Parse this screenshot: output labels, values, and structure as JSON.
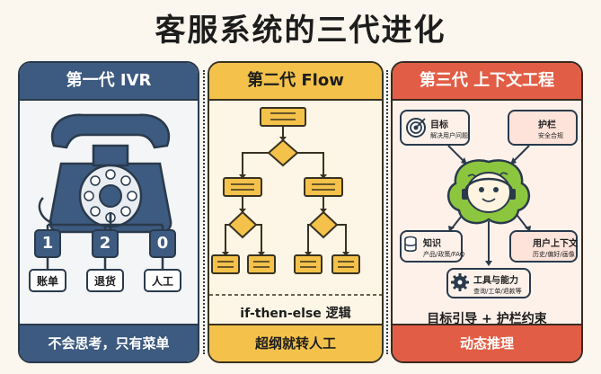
{
  "title": "客服系统的三代进化",
  "gen1": {
    "header": "第一代 IVR",
    "keys": [
      "1",
      "2",
      "0"
    ],
    "options": [
      "账单",
      "退货",
      "人工"
    ],
    "footer": "不会思考，只有菜单"
  },
  "gen2": {
    "header": "第二代 Flow",
    "logic": "if-then-else 逻辑",
    "footer": "超纲就转人工"
  },
  "gen3": {
    "header": "第三代 上下文工程",
    "goal": {
      "title": "目标",
      "sub": "解决用户问题"
    },
    "guard": {
      "title": "护栏",
      "sub": "安全合规"
    },
    "knowledge": {
      "title": "知识",
      "sub": "产品/政策/FAQ"
    },
    "context": {
      "title": "用户上下文",
      "sub": "历史/偏好/画像"
    },
    "tools": {
      "title": "工具与能力",
      "sub": "查询/工单/退款等"
    },
    "tagline": "目标引导 + 护栏约束",
    "footer": "动态推理"
  },
  "colors": {
    "navy": "#3d5a80",
    "yellow": "#f4c24a",
    "red": "#e25d45",
    "green": "#8cc63f"
  }
}
